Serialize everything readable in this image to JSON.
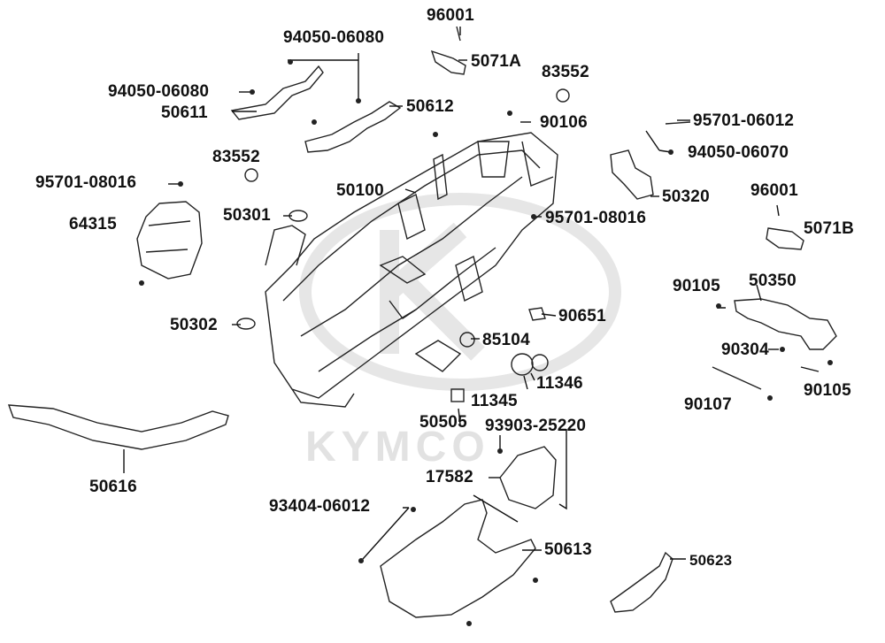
{
  "watermark": {
    "text": "KYMCO"
  },
  "labels": {
    "p96001_top": "96001",
    "p94050_06080_top": "94050-06080",
    "p5071A": "5071A",
    "p83552_top": "83552",
    "p94050_06080_left": "94050-06080",
    "p50611": "50611",
    "p50612": "50612",
    "p90106": "90106",
    "p95701_06012": "95701-06012",
    "p94050_06070": "94050-06070",
    "p83552_left": "83552",
    "p95701_08016_left": "95701-08016",
    "p50100": "50100",
    "p50320": "50320",
    "p96001_right": "96001",
    "p64315": "64315",
    "p50301": "50301",
    "p95701_08016_mid": "95701-08016",
    "p5071B": "5071B",
    "p90105_top": "90105",
    "p50350": "50350",
    "p50302": "50302",
    "p90651": "90651",
    "p85104": "85104",
    "p90304": "90304",
    "p11346": "11346",
    "p11345": "11345",
    "p90107": "90107",
    "p90105_bottom": "90105",
    "p50505": "50505",
    "p93903_25220": "93903-25220",
    "p50616": "50616",
    "p17582": "17582",
    "p93404_06012": "93404-06012",
    "p50613": "50613",
    "p50623": "50623"
  }
}
